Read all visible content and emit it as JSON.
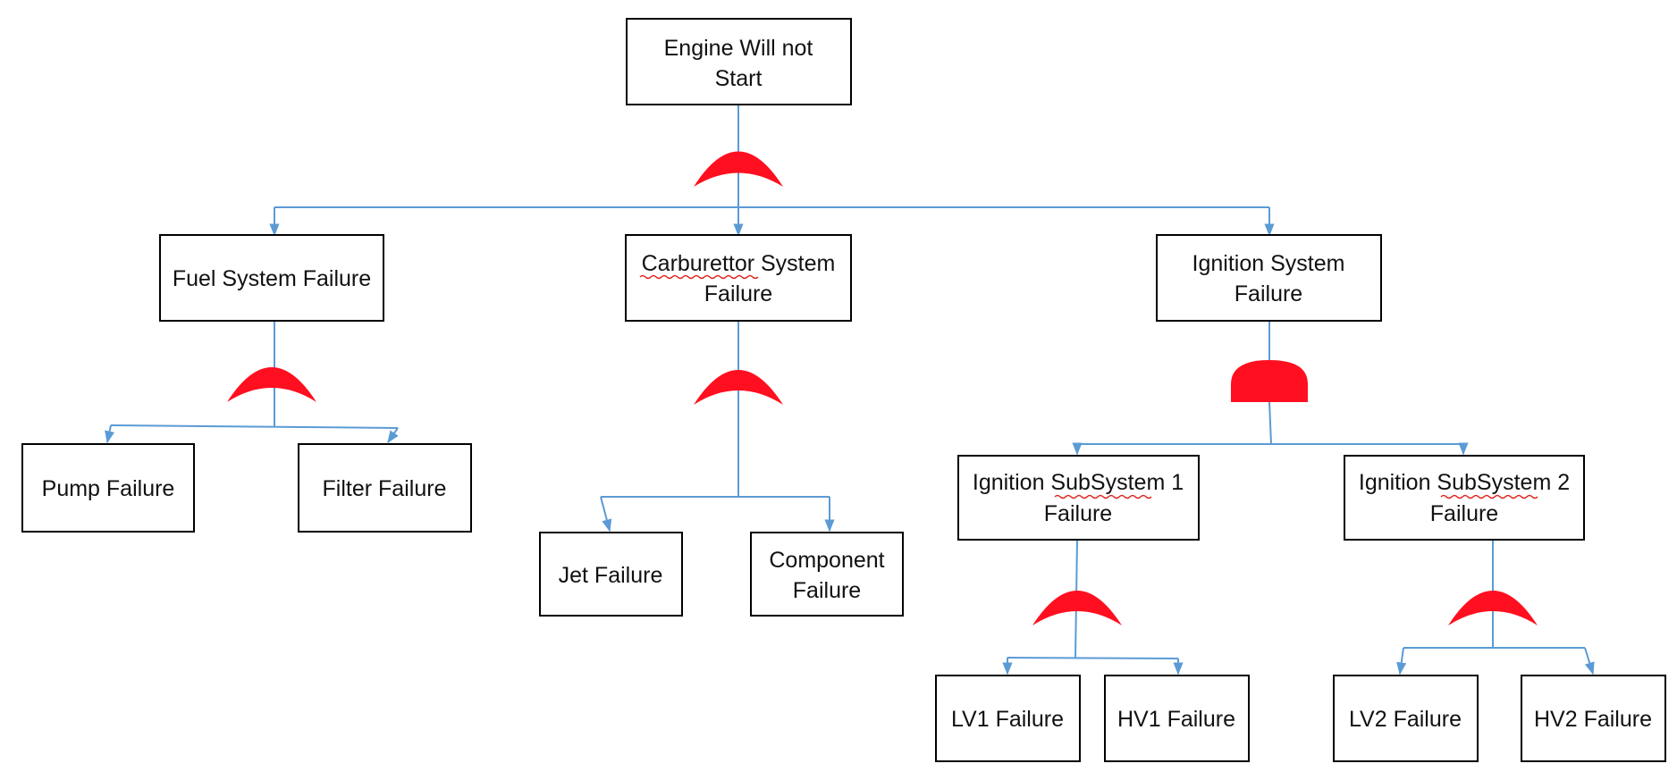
{
  "colors": {
    "box_border": "#000000",
    "connector": "#5b9bd5",
    "gate": "#ff0f1f",
    "spell_underline": "#e0241b"
  },
  "nodes": {
    "top": {
      "lines": [
        "Engine Will not",
        "Start"
      ]
    },
    "fuel": {
      "lines": [
        "Fuel System Failure"
      ]
    },
    "carb": {
      "lines": [
        "Carburettor System",
        "Failure"
      ],
      "underlined_word": "Carburettor"
    },
    "ign": {
      "lines": [
        "Ignition System",
        "Failure"
      ]
    },
    "pump": {
      "lines": [
        "Pump Failure"
      ]
    },
    "filter": {
      "lines": [
        "Filter Failure"
      ]
    },
    "jet": {
      "lines": [
        "Jet Failure"
      ]
    },
    "component": {
      "lines": [
        "Component",
        "Failure"
      ]
    },
    "sub1": {
      "lines": [
        "Ignition SubSystem 1",
        "Failure"
      ],
      "underlined_word": "SubSystem"
    },
    "sub2": {
      "lines": [
        "Ignition SubSystem 2",
        "Failure"
      ],
      "underlined_word": "SubSystem"
    },
    "lv1": {
      "lines": [
        "LV1 Failure"
      ]
    },
    "hv1": {
      "lines": [
        "HV1 Failure"
      ]
    },
    "lv2": {
      "lines": [
        "LV2 Failure"
      ]
    },
    "hv2": {
      "lines": [
        "HV2 Failure"
      ]
    }
  },
  "gates": {
    "top": {
      "type": "or",
      "icon": "or-gate-icon"
    },
    "fuel": {
      "type": "or",
      "icon": "or-gate-icon"
    },
    "carb": {
      "type": "or",
      "icon": "or-gate-icon"
    },
    "ign": {
      "type": "and",
      "icon": "and-gate-icon"
    },
    "sub1": {
      "type": "or",
      "icon": "or-gate-icon"
    },
    "sub2": {
      "type": "or",
      "icon": "or-gate-icon"
    }
  }
}
